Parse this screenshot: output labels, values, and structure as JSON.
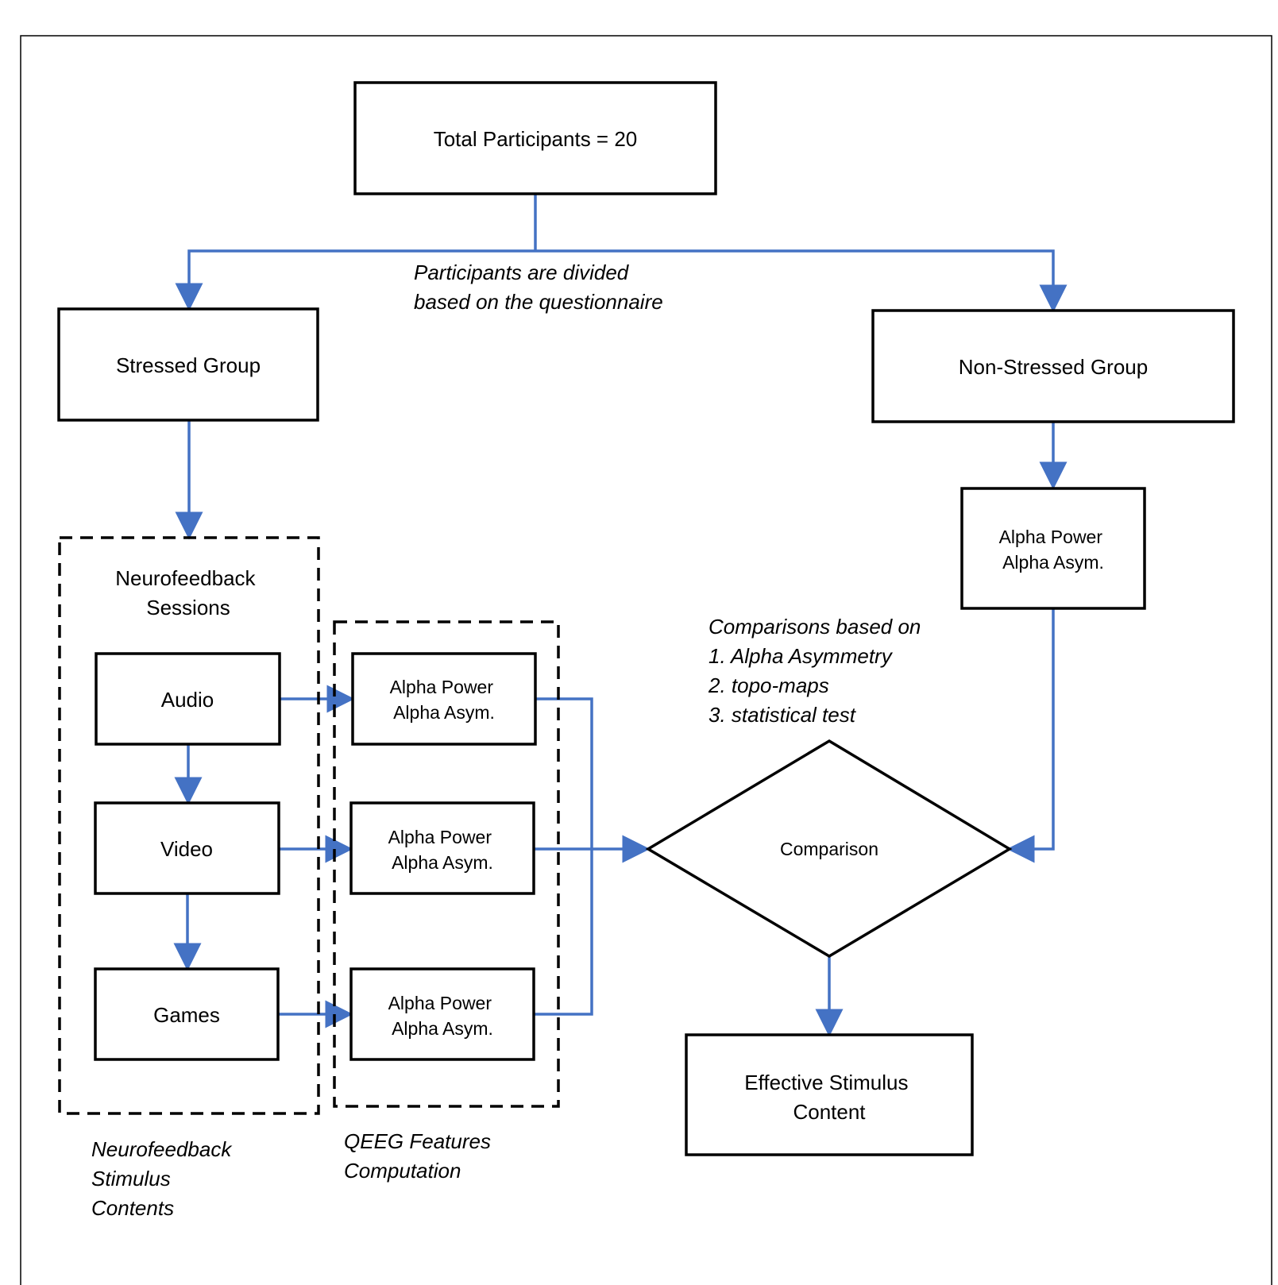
{
  "colors": {
    "connector": "#4472c4",
    "border": "#000000",
    "background": "#ffffff"
  },
  "nodes": {
    "total": "Total Participants = 20",
    "stressed": "Stressed Group",
    "non_stressed": "Non-Stressed Group",
    "nf_sessions": [
      "Neurofeedback",
      "Sessions"
    ],
    "audio": "Audio",
    "video": "Video",
    "games": "Games",
    "feature_lines": [
      "Alpha Power",
      "Alpha Asym."
    ],
    "comparison": "Comparison",
    "effective": [
      "Effective Stimulus",
      "Content"
    ]
  },
  "annotations": {
    "divided": [
      "Participants are divided",
      "based on the questionnaire"
    ],
    "comparisons_based": [
      "Comparisons based on",
      "1. Alpha Asymmetry",
      "2. topo-maps",
      "3. statistical test"
    ],
    "nf_stimulus": [
      "Neurofeedback",
      "Stimulus",
      "Contents"
    ],
    "qeeg": [
      "QEEG Features",
      "Computation"
    ]
  }
}
